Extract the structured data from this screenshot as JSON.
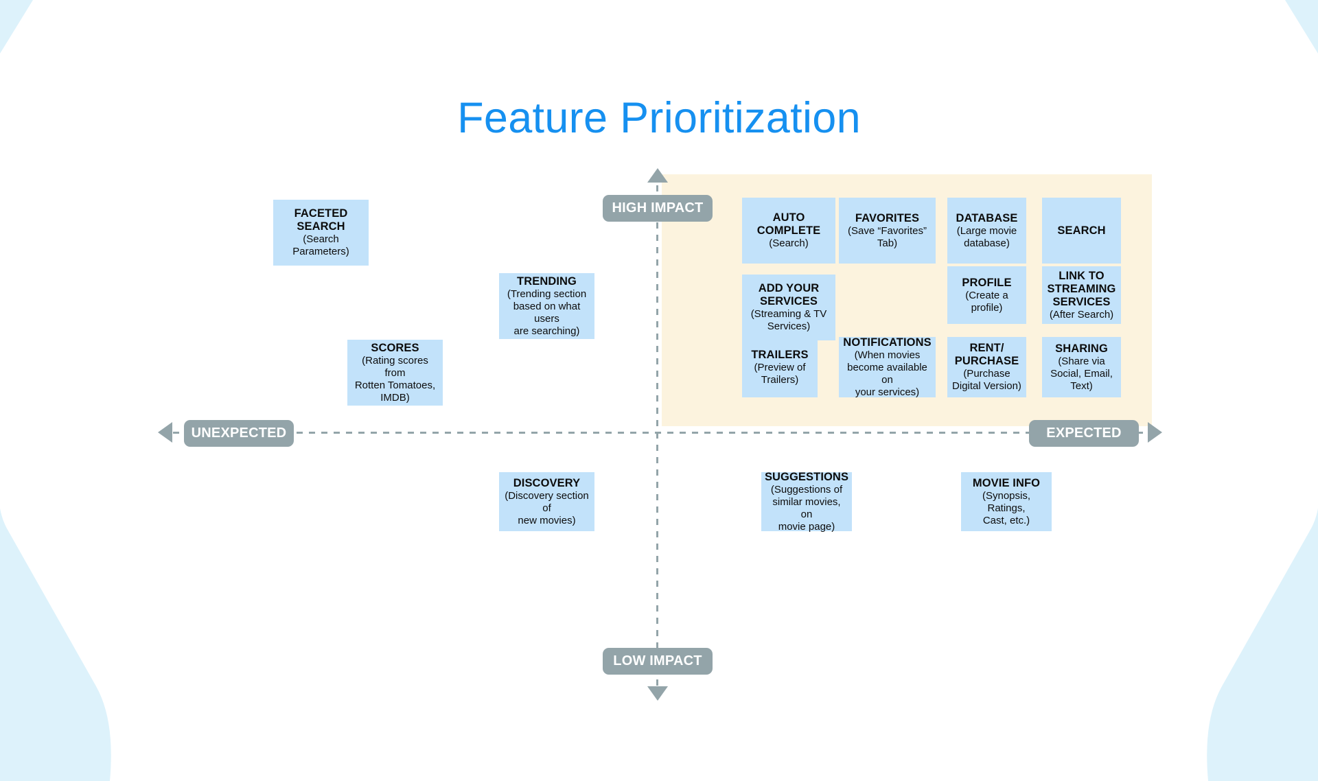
{
  "page": {
    "title": "Feature Prioritization",
    "title_color": "#1690F0",
    "background_color": "#FFFFFF",
    "accent_shape_color": "#DDF2FB",
    "card_color": "#C2E2FA",
    "highlight_color": "#FCF3DE",
    "axis_color": "#93A4A9"
  },
  "axes": {
    "top_label": "HIGH IMPACT",
    "bottom_label": "LOW IMPACT",
    "left_label": "UNEXPECTED",
    "right_label": "EXPECTED"
  },
  "chart_data": {
    "type": "scatter",
    "title": "Feature Prioritization",
    "xlabel": "UNEXPECTED ↔ EXPECTED",
    "ylabel": "LOW IMPACT ↔ HIGH IMPACT",
    "grid": false,
    "legend": "none",
    "highlight_quadrant": "high-impact / expected",
    "items": [
      {
        "title": "FACETED SEARCH",
        "subtitle": "(Search Parameters)",
        "quadrant": "high-impact / unexpected",
        "in_highlight": false
      },
      {
        "title": "TRENDING",
        "subtitle": "(Trending section based on what users are searching)",
        "quadrant": "high-impact / unexpected",
        "in_highlight": false
      },
      {
        "title": "SCORES",
        "subtitle": "(Rating scores from Rotten Tomatoes, IMDB)",
        "quadrant": "high-impact / unexpected",
        "in_highlight": false
      },
      {
        "title": "AUTO COMPLETE",
        "subtitle": "(Search)",
        "quadrant": "high-impact / expected",
        "in_highlight": true
      },
      {
        "title": "FAVORITES",
        "subtitle": "(Save “Favorites” Tab)",
        "quadrant": "high-impact / expected",
        "in_highlight": true
      },
      {
        "title": "DATABASE",
        "subtitle": "(Large movie database)",
        "quadrant": "high-impact / expected",
        "in_highlight": true
      },
      {
        "title": "SEARCH",
        "subtitle": "",
        "quadrant": "high-impact / expected",
        "in_highlight": true
      },
      {
        "title": "ADD YOUR SERVICES",
        "subtitle": "(Streaming & TV Services)",
        "quadrant": "high-impact / expected",
        "in_highlight": true
      },
      {
        "title": "PROFILE",
        "subtitle": "(Create a profile)",
        "quadrant": "high-impact / expected",
        "in_highlight": true
      },
      {
        "title": "LINK TO STREAMING SERVICES",
        "subtitle": "(After Search)",
        "quadrant": "high-impact / expected",
        "in_highlight": true
      },
      {
        "title": "TRAILERS",
        "subtitle": "(Preview of Trailers)",
        "quadrant": "high-impact / expected",
        "in_highlight": true
      },
      {
        "title": "NOTIFICATIONS",
        "subtitle": "(When movies become available on your services)",
        "quadrant": "high-impact / expected",
        "in_highlight": true
      },
      {
        "title": "RENT/ PURCHASE",
        "subtitle": "(Purchase Digital Version)",
        "quadrant": "high-impact / expected",
        "in_highlight": true
      },
      {
        "title": "SHARING",
        "subtitle": "(Share via Social, Email, Text)",
        "quadrant": "high-impact / expected",
        "in_highlight": true
      },
      {
        "title": "DISCOVERY",
        "subtitle": "(Discovery section of new movies)",
        "quadrant": "low-impact / unexpected",
        "in_highlight": false
      },
      {
        "title": "SUGGESTIONS",
        "subtitle": "(Suggestions of similar movies, on movie page)",
        "quadrant": "low-impact / expected",
        "in_highlight": false
      },
      {
        "title": "MOVIE INFO",
        "subtitle": "(Synopsis, Ratings, Cast, etc.)",
        "quadrant": "low-impact / expected",
        "in_highlight": false
      }
    ]
  },
  "cards": {
    "faceted_search": {
      "title": "FACETED",
      "title2": "SEARCH",
      "sub": "(Search Parameters)"
    },
    "trending": {
      "title": "TRENDING",
      "sub1": "(Trending section",
      "sub2": "based on what users",
      "sub3": "are searching)"
    },
    "scores": {
      "title": "SCORES",
      "sub1": "(Rating scores from",
      "sub2": "Rotten Tomatoes,",
      "sub3": "IMDB)"
    },
    "auto_complete": {
      "title": "AUTO",
      "title2": "COMPLETE",
      "sub": "(Search)"
    },
    "favorites": {
      "title": "FAVORITES",
      "sub": "(Save “Favorites” Tab)"
    },
    "database": {
      "title": "DATABASE",
      "sub1": "(Large movie",
      "sub2": "database)"
    },
    "search": {
      "title": "SEARCH"
    },
    "add_your_services": {
      "title": "ADD YOUR",
      "title2": "SERVICES",
      "sub1": "(Streaming & TV",
      "sub2": "Services)"
    },
    "profile": {
      "title": "PROFILE",
      "sub1": "(Create a",
      "sub2": "profile)"
    },
    "link_streaming": {
      "title": "LINK TO",
      "title2": "STREAMING",
      "title3": "SERVICES",
      "sub": "(After Search)"
    },
    "trailers": {
      "title": "TRAILERS",
      "sub1": "(Preview of",
      "sub2": "Trailers)"
    },
    "notifications": {
      "title": "NOTIFICATIONS",
      "sub1": "(When movies",
      "sub2": "become available on",
      "sub3": "your services)"
    },
    "rent_purchase": {
      "title": "RENT/",
      "title2": "PURCHASE",
      "sub1": "(Purchase",
      "sub2": "Digital Version)"
    },
    "sharing": {
      "title": "SHARING",
      "sub1": "(Share via",
      "sub2": "Social, Email,",
      "sub3": "Text)"
    },
    "discovery": {
      "title": "DISCOVERY",
      "sub1": "(Discovery section of",
      "sub2": "new movies)"
    },
    "suggestions": {
      "title": "SUGGESTIONS",
      "sub1": "(Suggestions of",
      "sub2": "similar movies, on",
      "sub3": "movie page)"
    },
    "movie_info": {
      "title": "MOVIE INFO",
      "sub1": "(Synopsis, Ratings,",
      "sub2": "Cast, etc.)"
    }
  }
}
